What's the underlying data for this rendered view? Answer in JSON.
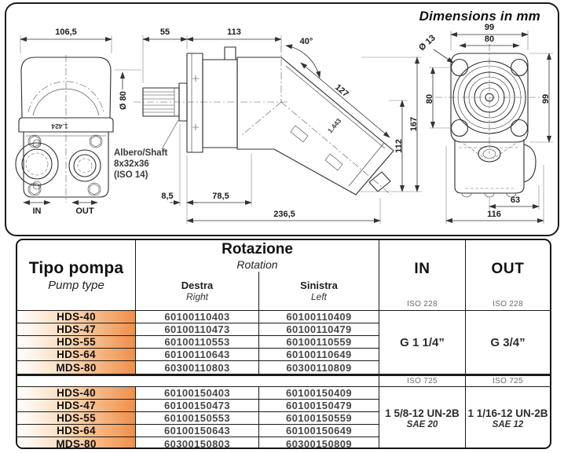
{
  "note": "Dimensions in mm",
  "drawings": {
    "front": {
      "width": "106,5",
      "port_in": "IN",
      "port_out": "OUT",
      "mark": "1.424"
    },
    "shaft_note": [
      "Albero/Shaft",
      "8x32x36",
      "(ISO 14)"
    ],
    "side": {
      "shaft_len": "55",
      "body_len": "113",
      "angle": "40°",
      "diag_len": "127",
      "shaft_dia": "Ø 80",
      "offset": "8,5",
      "mid_len": "78,5",
      "total_len": "236,5",
      "height_mid": "112",
      "height_total": "167",
      "mark": "1.443"
    },
    "rear": {
      "width_outer": "99",
      "width_bolts": "80",
      "bolt_dia": "Ø 13",
      "height_bolts": "80",
      "height_outer": "99",
      "bottom_inner": "63",
      "bottom_outer": "116"
    }
  },
  "table": {
    "header": {
      "pump_type_it": "Tipo pompa",
      "pump_type_en": "Pump type",
      "rotation_it": "Rotazione",
      "rotation_en": "Rotation",
      "right_it": "Destra",
      "right_en": "Right",
      "left_it": "Sinistra",
      "left_en": "Left",
      "in": "IN",
      "out": "OUT"
    },
    "groups": [
      {
        "standard_in": "ISO 228",
        "standard_out": "ISO 228",
        "in_main": "G 1 1/4”",
        "in_sub": "",
        "out_main": "G 3/4”",
        "out_sub": "",
        "rows": [
          {
            "pump": "HDS-40",
            "right": "60100110403",
            "left": "60100110409"
          },
          {
            "pump": "HDS-47",
            "right": "60100110473",
            "left": "60100110479"
          },
          {
            "pump": "HDS-55",
            "right": "60100110553",
            "left": "60100110559"
          },
          {
            "pump": "HDS-64",
            "right": "60100110643",
            "left": "60100110649"
          },
          {
            "pump": "MDS-80",
            "right": "60300110803",
            "left": "60300110809"
          }
        ]
      },
      {
        "standard_in": "ISO 725",
        "standard_out": "ISO 725",
        "in_main": "1 5/8-12 UN-2B",
        "in_sub": "SAE 20",
        "out_main": "1 1/16-12 UN-2B",
        "out_sub": "SAE 12",
        "rows": [
          {
            "pump": "HDS-40",
            "right": "60100150403",
            "left": "60100150409"
          },
          {
            "pump": "HDS-47",
            "right": "60100150473",
            "left": "60100150479"
          },
          {
            "pump": "HDS-55",
            "right": "60100150553",
            "left": "60100150559"
          },
          {
            "pump": "HDS-64",
            "right": "60100150643",
            "left": "60100150649"
          },
          {
            "pump": "MDS-80",
            "right": "60300150803",
            "left": "60300150809"
          }
        ]
      }
    ]
  }
}
